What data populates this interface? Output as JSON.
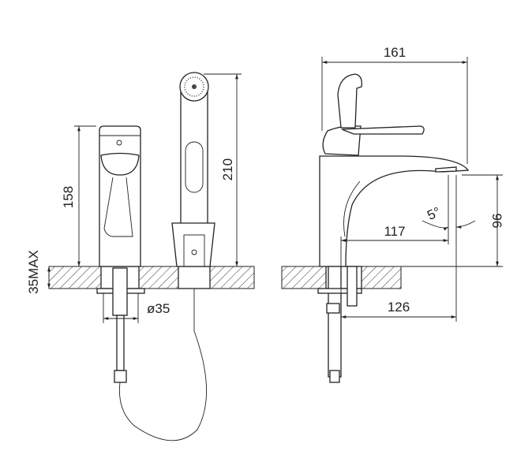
{
  "drawing": {
    "front_view": {
      "height_faucet": "158",
      "height_shower": "210",
      "max_counter_thickness": "35MAX",
      "hole_diameter": "ø35"
    },
    "side_view": {
      "overall_length": "161",
      "spout_height": "96",
      "spout_reach": "117",
      "outlet_reach": "126",
      "spray_angle": "5°"
    }
  }
}
